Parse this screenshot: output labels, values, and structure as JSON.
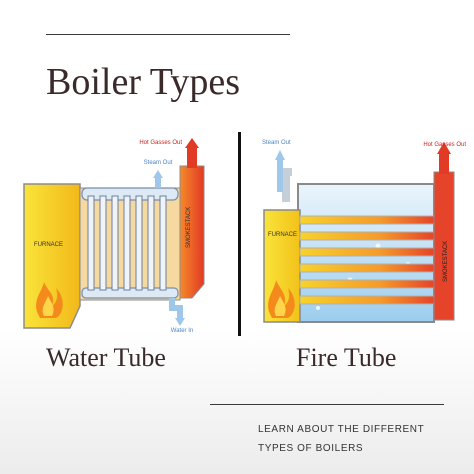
{
  "title": "Boiler Types",
  "water_tube": {
    "caption": "Water Tube",
    "labels": {
      "hot_gasses_out": "Hot Gasses Out",
      "steam_out": "Steam Out",
      "furnace": "FURNACE",
      "smokestack": "SMOKESTACK",
      "water_in": "Water In"
    }
  },
  "fire_tube": {
    "caption": "Fire Tube",
    "labels": {
      "steam_out": "Steam Out",
      "hot_gasses_out": "Hot Gasses Out",
      "furnace": "FURNACE",
      "smokestack": "SMOKESTACK"
    }
  },
  "footer": {
    "line1": "LEARN ABOUT THE DIFFERENT",
    "line2": "TYPES OF BOILERS"
  },
  "colors": {
    "furnace_yellow": "#f7d71e",
    "smokestack_red": "#e8442a",
    "water_blue": "#9fd0f0",
    "pipe_blue": "#6aa8d8",
    "label_red": "#d02020"
  }
}
